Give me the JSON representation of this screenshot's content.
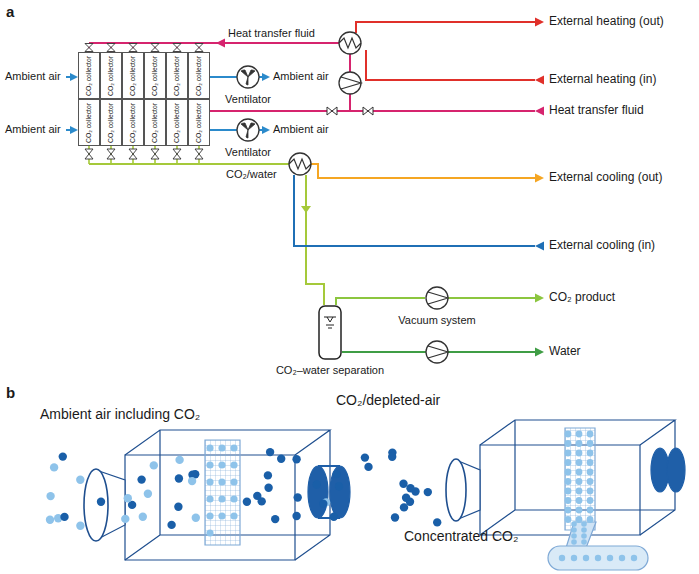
{
  "diagram": {
    "nodes": [
      {
        "text": [
          "CO₂ collector"
        ]
      },
      {
        "text": [
          "CO₂ collector"
        ]
      },
      {
        "text": [
          "CO₂ collector"
        ]
      },
      {
        "text": [
          "CO₂ collector"
        ]
      },
      {
        "text": [
          "CO₂ collector"
        ]
      },
      {
        "text": [
          "CO₂ collector"
        ]
      },
      {
        "text": [
          "CO₂ collector"
        ]
      },
      {
        "text": [
          "CO₂ collector"
        ]
      },
      {
        "text": [
          "CO₂ collector"
        ]
      },
      {
        "text": [
          "CO₂ collector"
        ]
      },
      {
        "text": [
          "CO₂ collector"
        ]
      },
      {
        "text": [
          "CO₂ collector"
        ]
      },
      {
        "text": [
          "Ventilator"
        ]
      },
      {
        "text": [
          "Ventilator"
        ]
      },
      {
        "text": [
          "Vacuum system"
        ]
      },
      {
        "text": [
          "CO₂–water separation"
        ]
      }
    ],
    "edges": [
      {
        "from": 15,
        "to": 14,
        "arrow": "none"
      }
    ],
    "labels": [
      "a",
      "b",
      "Ambient air",
      "Ambient air",
      "Ambient air",
      "Ambient air",
      "Heat transfer fluid",
      "External heating (out)",
      "External heating (in)",
      "Heat transfer fluid",
      "CO₂/water",
      "External cooling (out)",
      "External cooling (in)",
      "CO₂ product",
      "Water",
      "Ambient air including CO₂",
      "CO₂/depleted-air",
      "Concentrated CO₂"
    ]
  }
}
